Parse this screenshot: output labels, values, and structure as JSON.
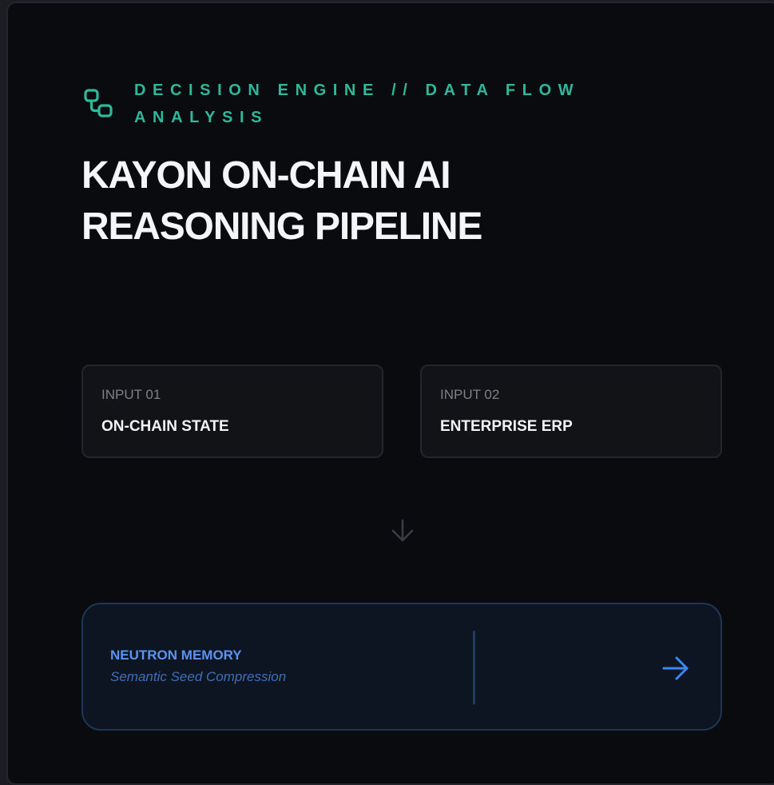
{
  "header": {
    "eyebrow": "DECISION ENGINE // DATA FLOW ANALYSIS",
    "icon": "workflow-icon",
    "title": "KAYON ON-CHAIN AI REASONING PIPELINE"
  },
  "inputs": [
    {
      "label": "INPUT 01",
      "value": "ON-CHAIN STATE"
    },
    {
      "label": "INPUT 02",
      "value": "ENTERPRISE ERP"
    }
  ],
  "flow_icon": "arrow-down-icon",
  "memory": {
    "name": "NEUTRON MEMORY",
    "description": "Semantic Seed Compression",
    "action_icon": "arrow-right-icon"
  },
  "colors": {
    "accent_teal": "#2fb89b",
    "accent_blue": "#5b93ee",
    "background": "#0a0b0e"
  }
}
